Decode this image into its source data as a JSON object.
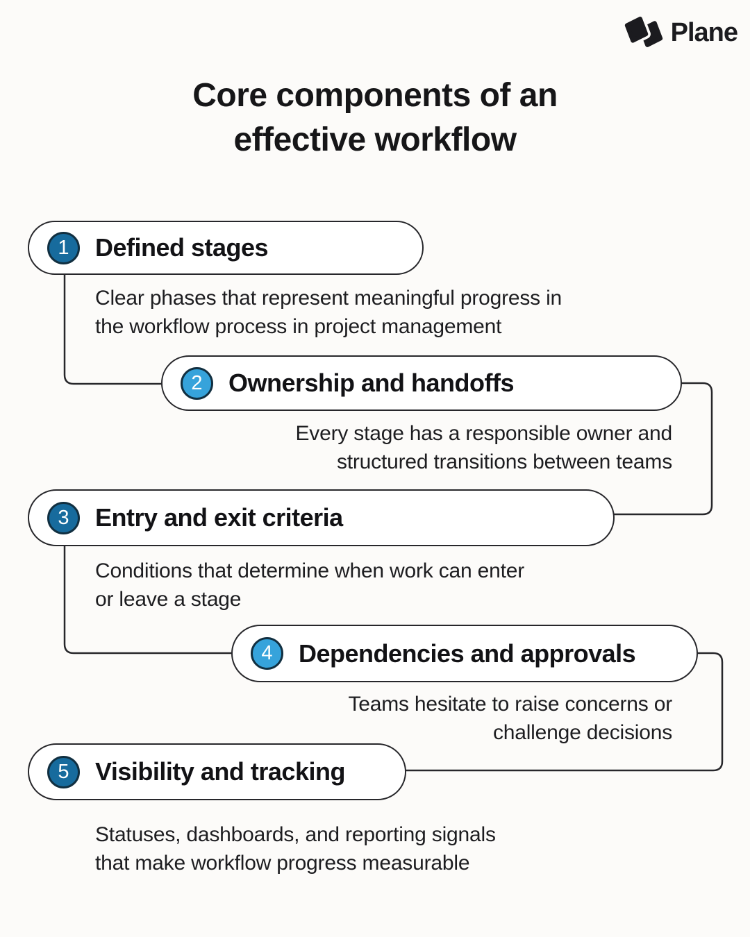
{
  "brand": {
    "name": "Plane"
  },
  "title": {
    "line1": "Core components of an",
    "line2": "effective workflow"
  },
  "colors": {
    "bg": "#FCFBF9",
    "line": "#27272B",
    "text": "#19191C",
    "badge-dark": "#176B9D",
    "badge-light": "#36A3DB",
    "badge-ring": "#112F40"
  },
  "stages": [
    {
      "number": "1",
      "title": "Defined stages",
      "desc": [
        "Clear phases that represent meaningful progress in",
        "the workflow process in project management"
      ]
    },
    {
      "number": "2",
      "title": "Ownership and handoffs",
      "desc": [
        "Every stage has a responsible owner and",
        "structured transitions between teams"
      ]
    },
    {
      "number": "3",
      "title": "Entry and exit criteria",
      "desc": [
        "Conditions that determine when work can enter",
        "or leave a stage"
      ]
    },
    {
      "number": "4",
      "title": "Dependencies and approvals",
      "desc": [
        "Teams hesitate to raise concerns or",
        "challenge decisions"
      ]
    },
    {
      "number": "5",
      "title": "Visibility and tracking",
      "desc": [
        "Statuses, dashboards, and reporting signals",
        "that make workflow progress measurable"
      ]
    }
  ]
}
